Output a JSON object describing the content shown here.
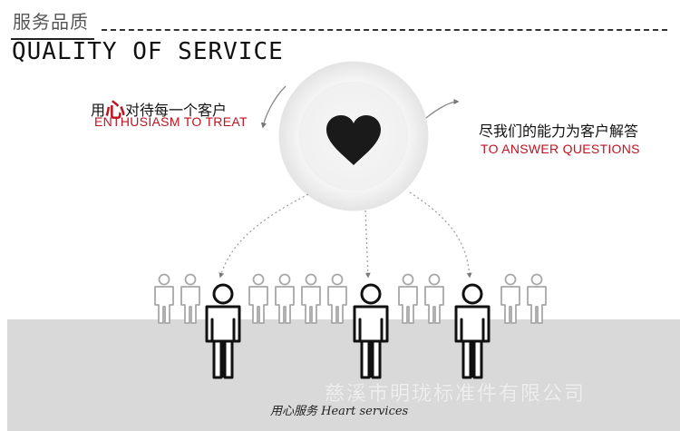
{
  "header": {
    "title_cn": "服务品质",
    "title_en": "QUALITY OF SERVICE"
  },
  "left_caption": {
    "cn_prefix": "用",
    "cn_accent": "心",
    "cn_suffix": "对待每一个客户",
    "en": "ENTHUSIASM TO TREAT"
  },
  "right_caption": {
    "cn": "尽我们的能力为客户解答",
    "en": "TO ANSWER QUESTIONS"
  },
  "watermark": "慈溪市明珑标准件有限公司",
  "bottom_label": "用心服务 Heart services",
  "colors": {
    "accent_red": "#c1121f",
    "heart": "#1a1a1a",
    "ground": "#d9d9d9"
  },
  "icons": [
    "heart-icon",
    "person-icon"
  ]
}
